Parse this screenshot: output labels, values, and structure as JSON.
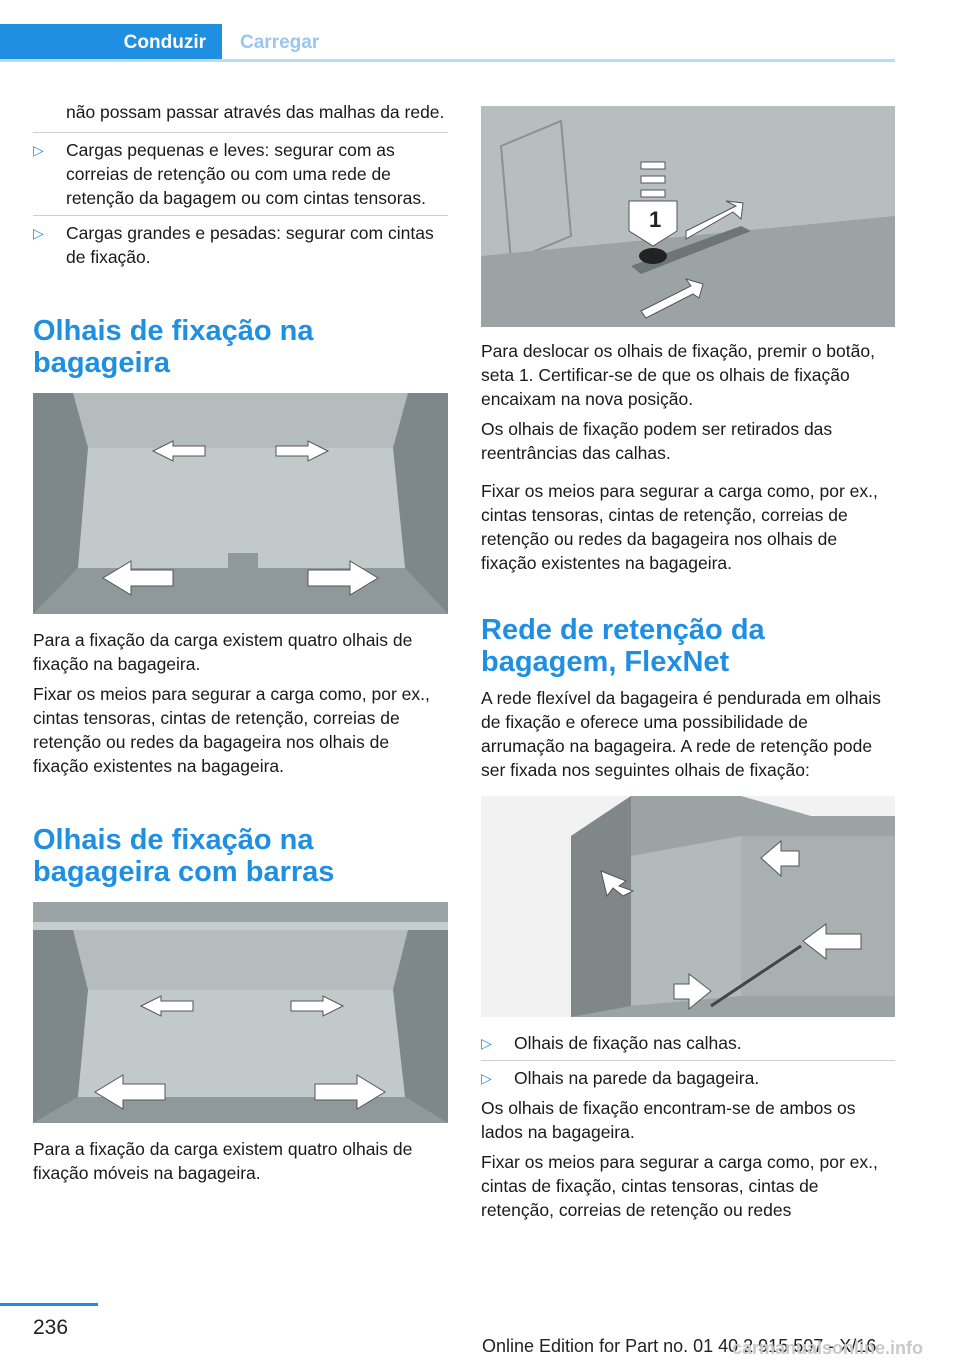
{
  "header": {
    "tab_active": "Conduzir",
    "tab_inactive": "Carregar"
  },
  "left": {
    "intro_cont": "não possam passar através das malhas da rede.",
    "bullets": [
      "Cargas pequenas e leves: segurar com as correias de retenção ou com uma rede de retenção da bagagem ou com cintas ten­soras.",
      "Cargas grandes e pesadas: segurar com cintas de fixação."
    ],
    "h1": "Olhais de fixação na bagageira",
    "p1": "Para a fixação da carga existem quatro olhais de fixação na bagageira.",
    "p2": "Fixar os meios para segurar a carga como, por ex., cintas tensoras, cintas de retenção, correias de retenção ou redes da bagageira nos olhais de fixação existentes na bagageira.",
    "h2": "Olhais de fixação na bagageira com barras",
    "p3": "Para a fixação da carga existem quatro olhais de fixação móveis na bagageira."
  },
  "right": {
    "fig1_label": "1",
    "p1": "Para deslocar os olhais de fixação, premir o bo­tão, seta 1. Certificar-se de que os olhais de fi­xação encaixam na nova posição.",
    "p2": "Os olhais de fixação podem ser retirados das reentrâncias das calhas.",
    "p3": "Fixar os meios para segurar a carga como, por ex., cintas tensoras, cintas de retenção, correias de retenção ou redes da bagageira nos olhais de fixação existentes na bagageira.",
    "h1": "Rede de retenção da bagagem, FlexNet",
    "p4": "A rede flexível da bagageira é pendurada em olhais de fixação e oferece uma possibilidade de arrumação na bagageira. A rede de reten­ção pode ser fixada nos seguintes olhais de fi­xação:",
    "bullets": [
      "Olhais de fixação nas calhas.",
      "Olhais na parede da bagageira."
    ],
    "p5": "Os olhais de fixação encontram-se de ambos os lados na bagageira.",
    "p6": "Fixar os meios para segurar a carga como, por ex., cintas de fixação, cintas tensoras, cin­tas de retenção, correias de retenção ou redes"
  },
  "footer": {
    "page_number": "236",
    "edition": "Online Edition for Part no. 01 40 2 915 507 - X/16",
    "watermark": "carmanualsonline.info"
  },
  "icons": {
    "bullet": "triangle-right-icon",
    "arrow": "arrow-icon"
  },
  "colors": {
    "accent": "#1f8fe2"
  }
}
